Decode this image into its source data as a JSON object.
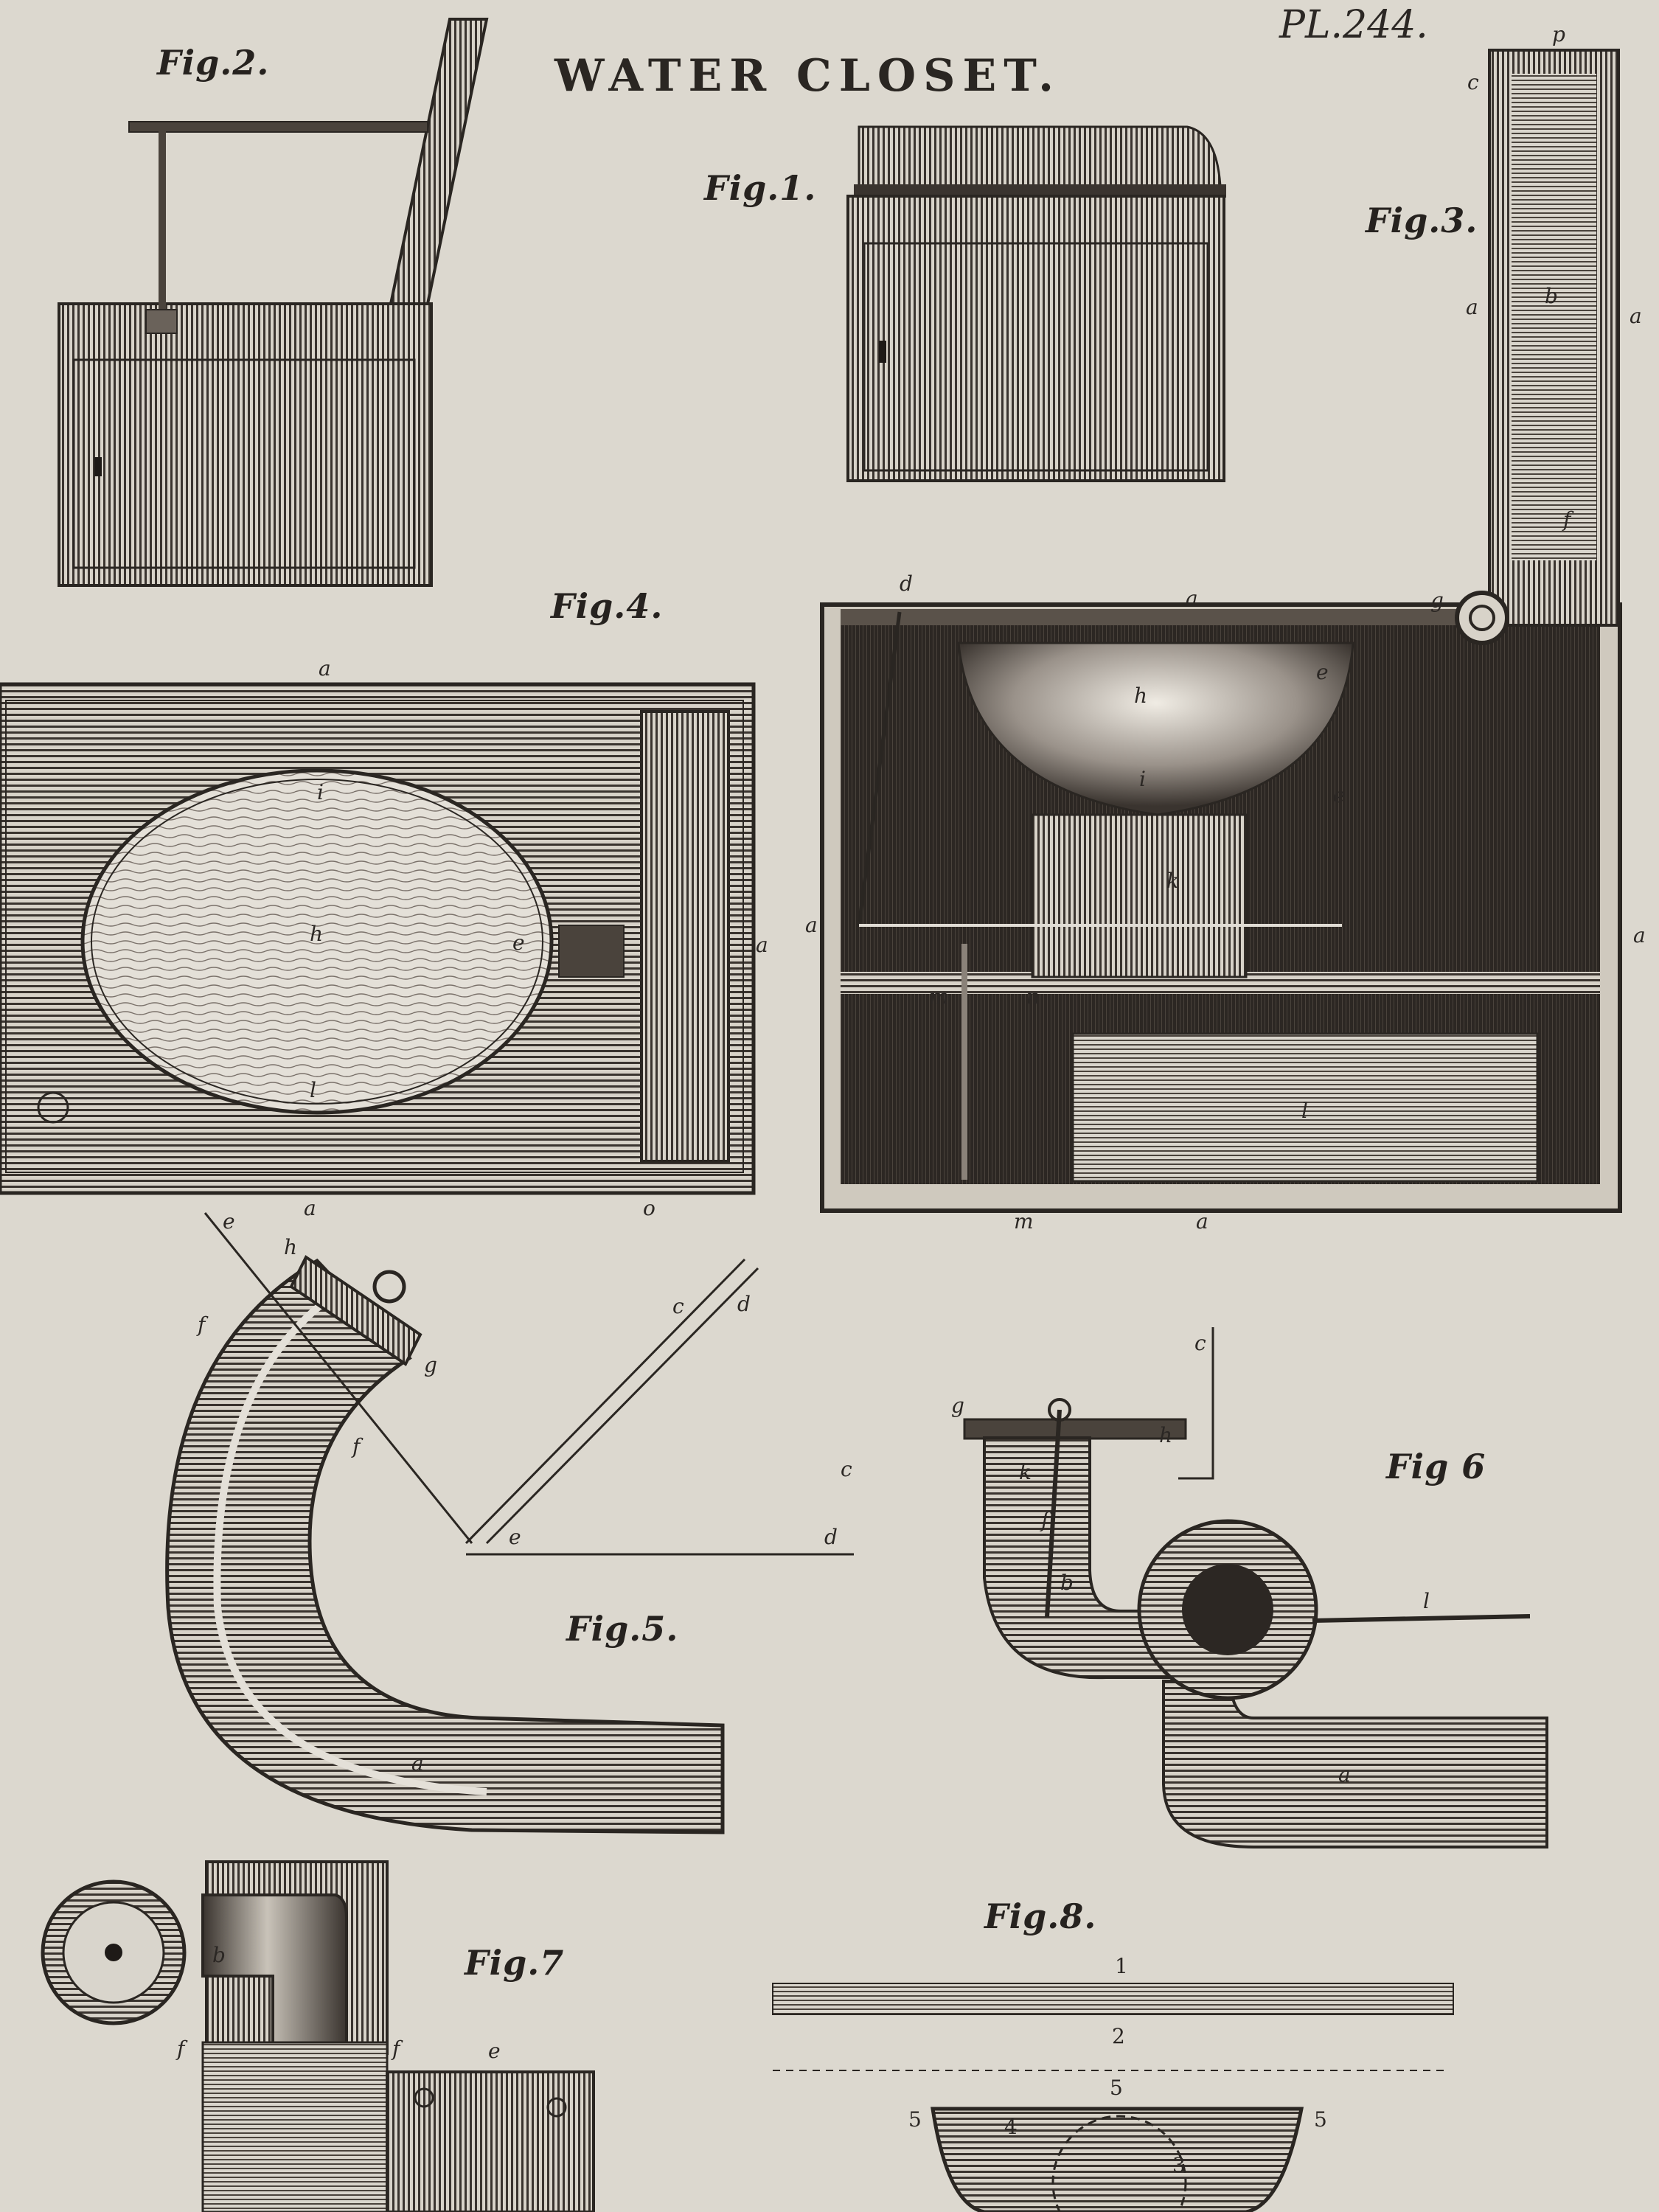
{
  "plate": {
    "title": "WATER CLOSET.",
    "number": "PL.244.",
    "paper_color": "#dcd8cf",
    "ink_color": "#2a2622"
  },
  "figures": {
    "fig1": {
      "label": "Fig.1."
    },
    "fig2": {
      "label": "Fig.2."
    },
    "fig3": {
      "label": "Fig.3.",
      "letters": [
        "p",
        "c",
        "a",
        "b",
        "a",
        "f",
        "g",
        "d",
        "a",
        "h",
        "e",
        "i",
        "e",
        "k",
        "a",
        "a",
        "m",
        "n",
        "l",
        "m",
        "a"
      ]
    },
    "fig4": {
      "label": "Fig.4.",
      "letters": [
        "a",
        "i",
        "h",
        "e",
        "a",
        "l",
        "o",
        "a"
      ]
    },
    "fig5": {
      "label": "Fig.5.",
      "letters": [
        "e",
        "h",
        "f",
        "g",
        "f",
        "a",
        "c",
        "d",
        "c",
        "e",
        "d"
      ]
    },
    "fig6": {
      "label": "Fig 6",
      "letters": [
        "c",
        "g",
        "h",
        "k",
        "f",
        "b",
        "l",
        "a"
      ]
    },
    "fig7": {
      "label": "Fig.7",
      "letters": [
        "b",
        "f",
        "f",
        "e"
      ]
    },
    "fig8": {
      "label": "Fig.8.",
      "letters": [
        "1",
        "2",
        "5",
        "5",
        "5",
        "4",
        "3"
      ]
    }
  }
}
